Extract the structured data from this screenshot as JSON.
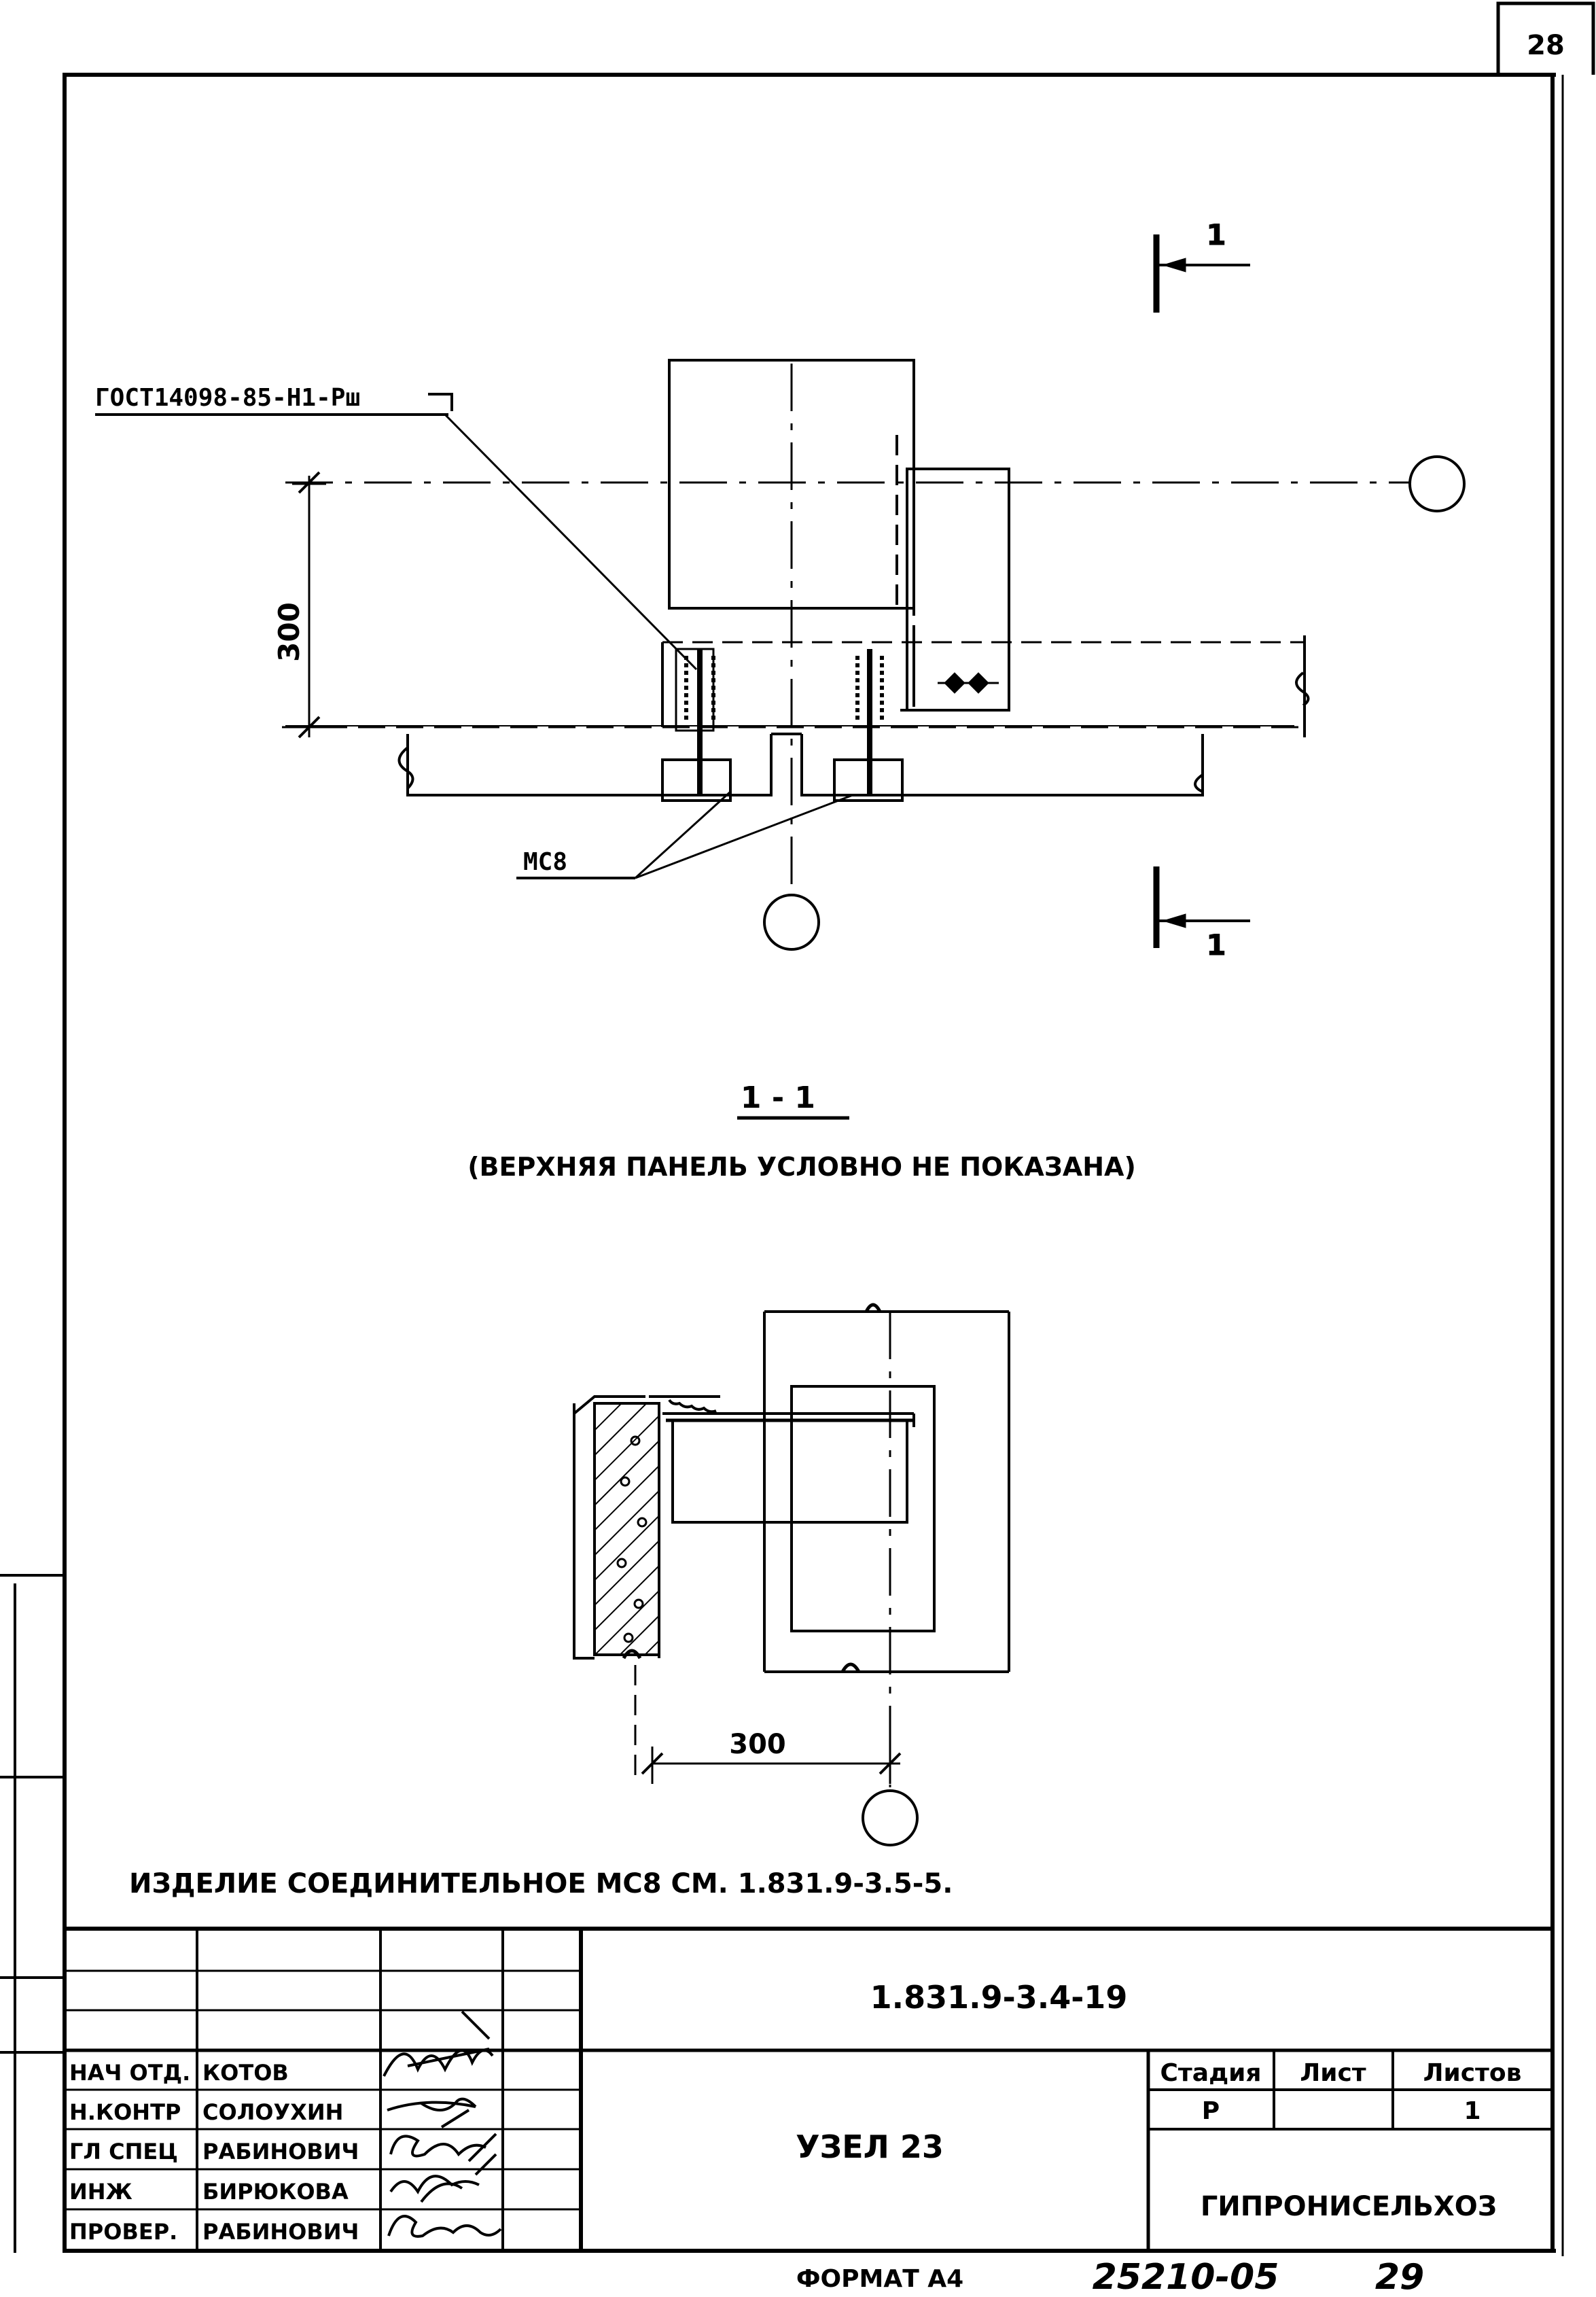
{
  "sheet_number": "28",
  "section_marks": {
    "top": "1",
    "bottom": "1"
  },
  "callouts": {
    "gost": "ГОСТ14098-85-Н1-Рш",
    "mc8": "МС8"
  },
  "dims": {
    "upper": "300",
    "lower": "300"
  },
  "section_title": "1 - 1",
  "section_note": "(ВЕРХНЯЯ ПАНЕЛЬ УСЛОВНО НЕ ПОКАЗАНА)",
  "product_note": "ИЗДЕЛИЕ СОЕДИНИТЕЛЬНОЕ МС8 СМ. 1.831.9-3.5-5.",
  "title_block": {
    "doc_code": "1.831.9-3.4-19",
    "node_title": "УЗЕЛ 23",
    "org": "ГИПРОНИСЕЛЬХОЗ",
    "stage_header": "Стадия",
    "sheet_header": "Лист",
    "sheets_header": "Листов",
    "stage_value": "Р",
    "sheet_value": "",
    "sheets_value": "1",
    "people": [
      {
        "role": "НАЧ ОТД.",
        "name": "КОТОВ"
      },
      {
        "role": "Н.КОНТР",
        "name": "СОЛОУХИН"
      },
      {
        "role": "ГЛ СПЕЦ",
        "name": "РАБИНОВИЧ"
      },
      {
        "role": "ИНЖ",
        "name": "БИРЮКОВА"
      },
      {
        "role": "ПРОВЕР.",
        "name": "РАБИНОВИЧ"
      }
    ]
  },
  "format_label": "ФОРМАТ А4",
  "archive_number": "25210-05",
  "page_number": "29"
}
